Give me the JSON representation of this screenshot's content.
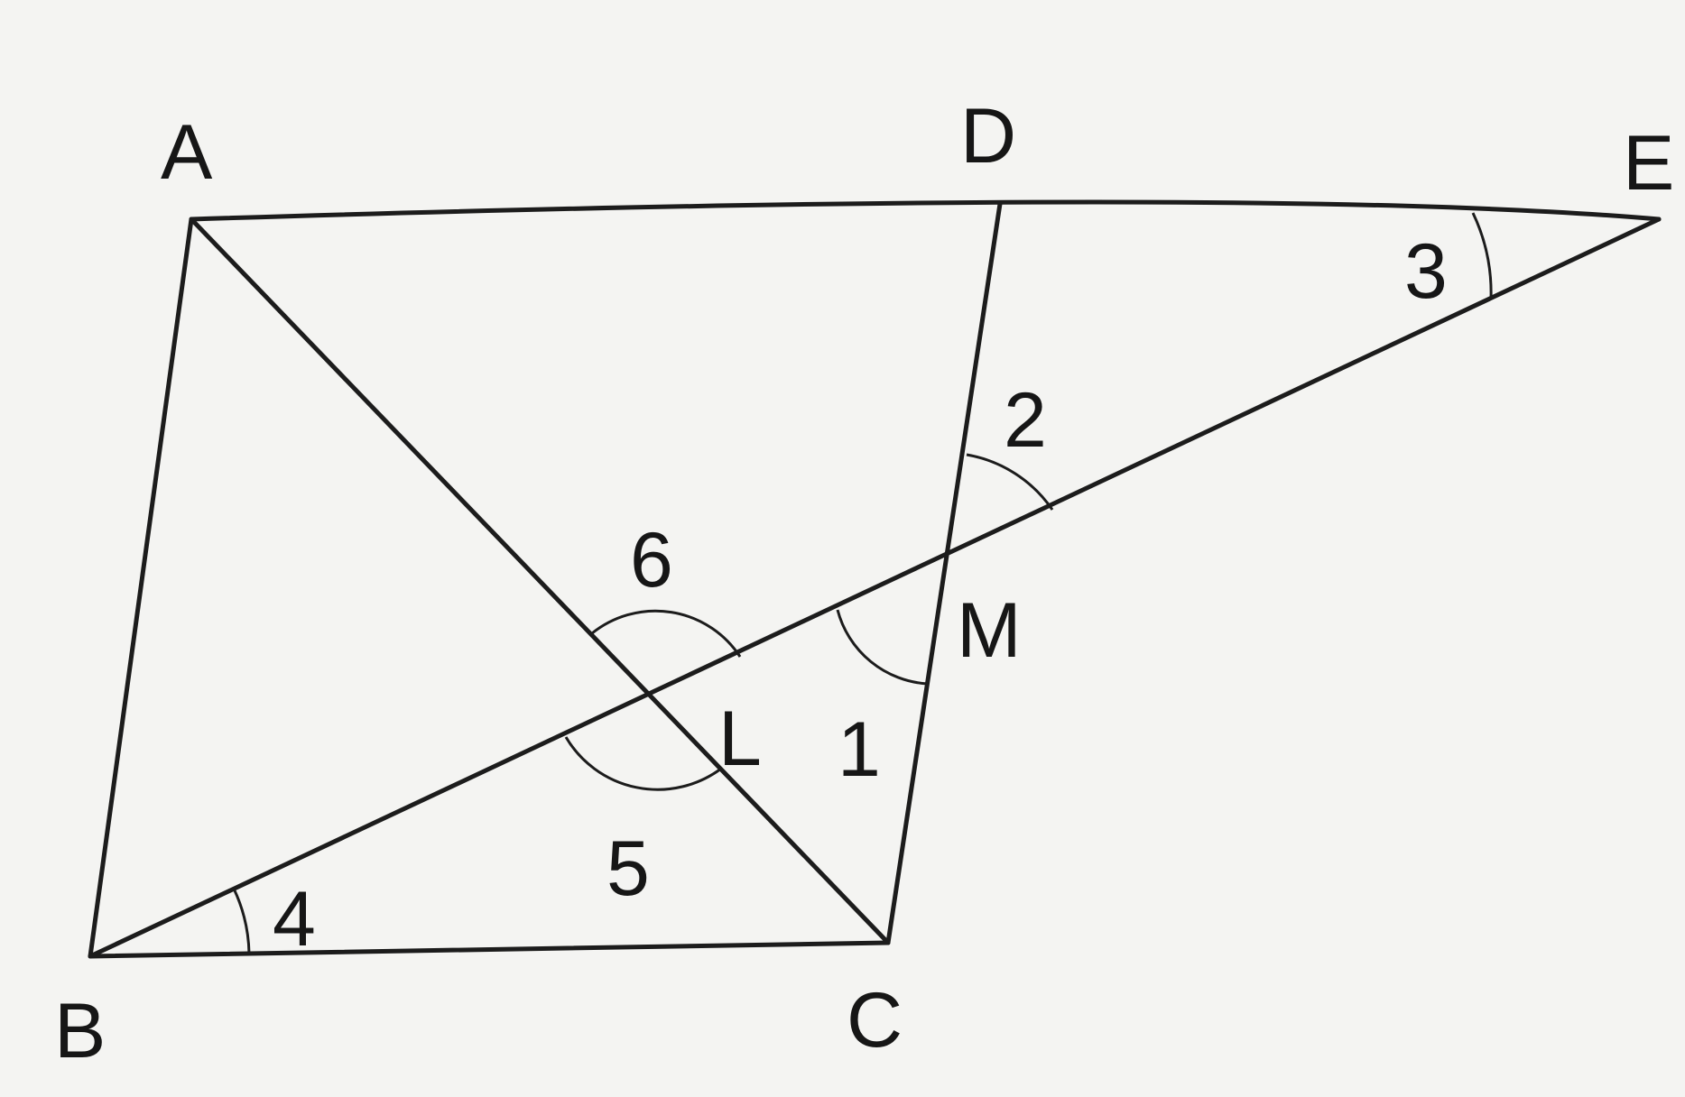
{
  "figure": {
    "points": {
      "A": "A",
      "B": "B",
      "C": "C",
      "D": "D",
      "E": "E",
      "L": "L",
      "M": "M"
    },
    "angles": {
      "a1": "1",
      "a2": "2",
      "a3": "3",
      "a4": "4",
      "a5": "5",
      "a6": "6"
    },
    "segments": [
      "AE",
      "AB",
      "BC",
      "CD",
      "AC",
      "BE"
    ],
    "colors": {
      "ink": "#1c1c1c",
      "paper": "#f4f4f2"
    }
  }
}
